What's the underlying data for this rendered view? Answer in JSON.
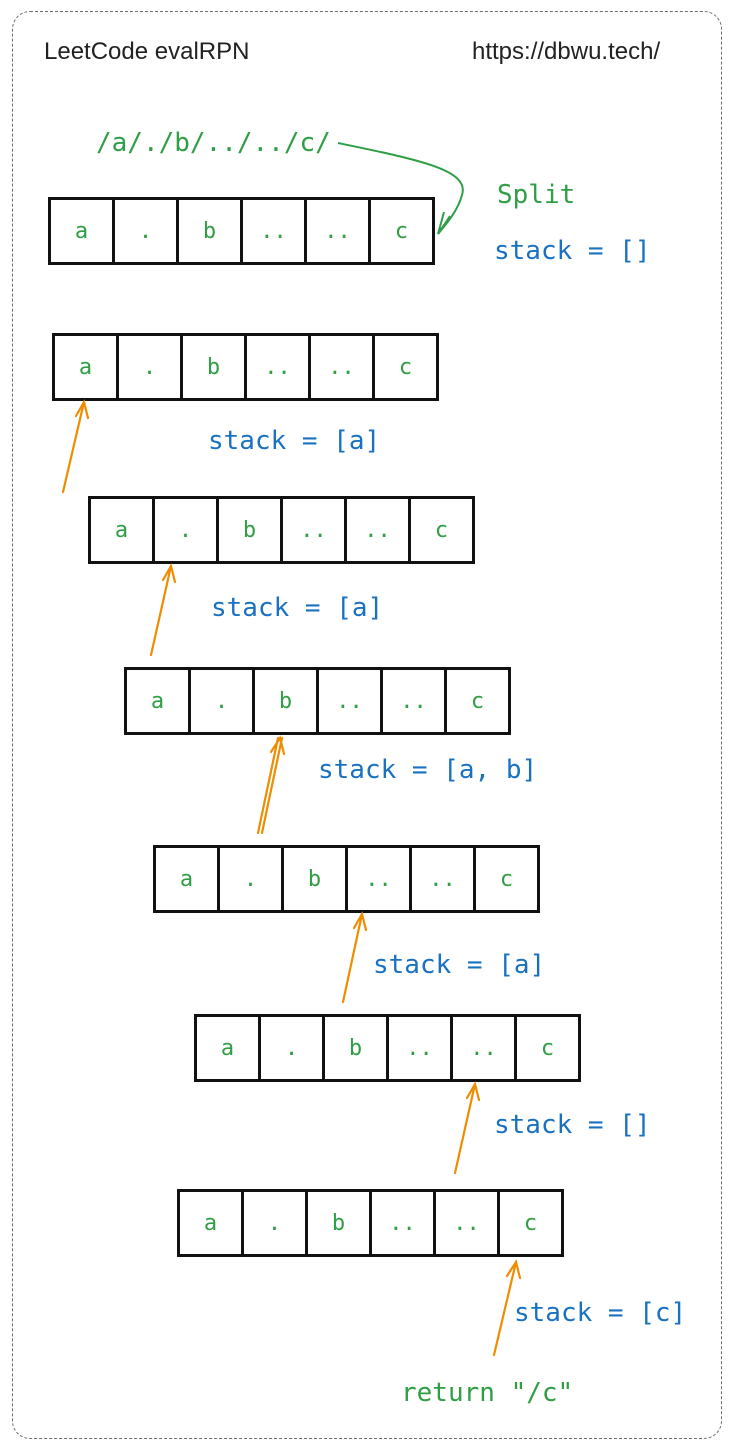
{
  "header": {
    "title": "LeetCode evalRPN",
    "url": "https://dbwu.tech/"
  },
  "input_path": "/a/./b/../../c/",
  "split_label": "Split",
  "tokens": [
    "a",
    ".",
    "b",
    "..",
    "..",
    "c"
  ],
  "steps": [
    {
      "stack_text": "stack = []"
    },
    {
      "stack_text": "stack = [a]"
    },
    {
      "stack_text": "stack = [a]"
    },
    {
      "stack_text": "stack = [a, b]"
    },
    {
      "stack_text": "stack = [a]"
    },
    {
      "stack_text": "stack = []"
    },
    {
      "stack_text": "stack = [c]"
    }
  ],
  "result_text": "return \"/c\"",
  "colors": {
    "token": "#2f9e44",
    "stack": "#1971c2",
    "pointer_arrow": "#f08c00",
    "split_arrow": "#2f9e44",
    "border": "#111111"
  }
}
